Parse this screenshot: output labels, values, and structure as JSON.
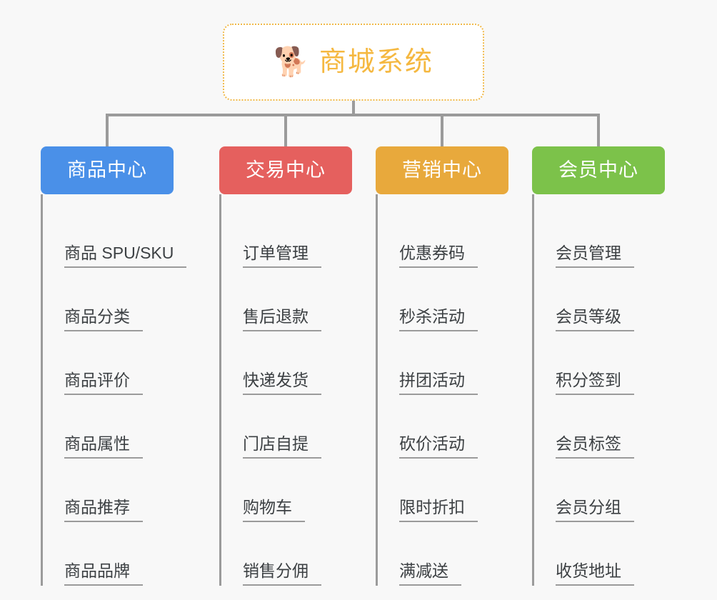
{
  "background_color": "#f8f8f8",
  "root": {
    "icon": "shiba-dog-face-icon",
    "emoji": "🐕",
    "title": "商城系统",
    "title_color": "#f5b840",
    "border_color": "#f0b94a"
  },
  "connector_color": "#9b9b9b",
  "columns": [
    {
      "id": "product-center",
      "label": "商品中心",
      "color": "#4a90e8",
      "items": [
        "商品 SPU/SKU",
        "商品分类",
        "商品评价",
        "商品属性",
        "商品推荐",
        "商品品牌"
      ]
    },
    {
      "id": "trade-center",
      "label": "交易中心",
      "color": "#e5605e",
      "items": [
        "订单管理",
        "售后退款",
        "快递发货",
        "门店自提",
        "购物车",
        "销售分佣"
      ]
    },
    {
      "id": "marketing-center",
      "label": "营销中心",
      "color": "#e8a93c",
      "items": [
        "优惠券码",
        "秒杀活动",
        "拼团活动",
        "砍价活动",
        "限时折扣",
        "满减送"
      ]
    },
    {
      "id": "member-center",
      "label": "会员中心",
      "color": "#7cc24a",
      "items": [
        "会员管理",
        "会员等级",
        "积分签到",
        "会员标签",
        "会员分组",
        "收货地址"
      ]
    }
  ]
}
